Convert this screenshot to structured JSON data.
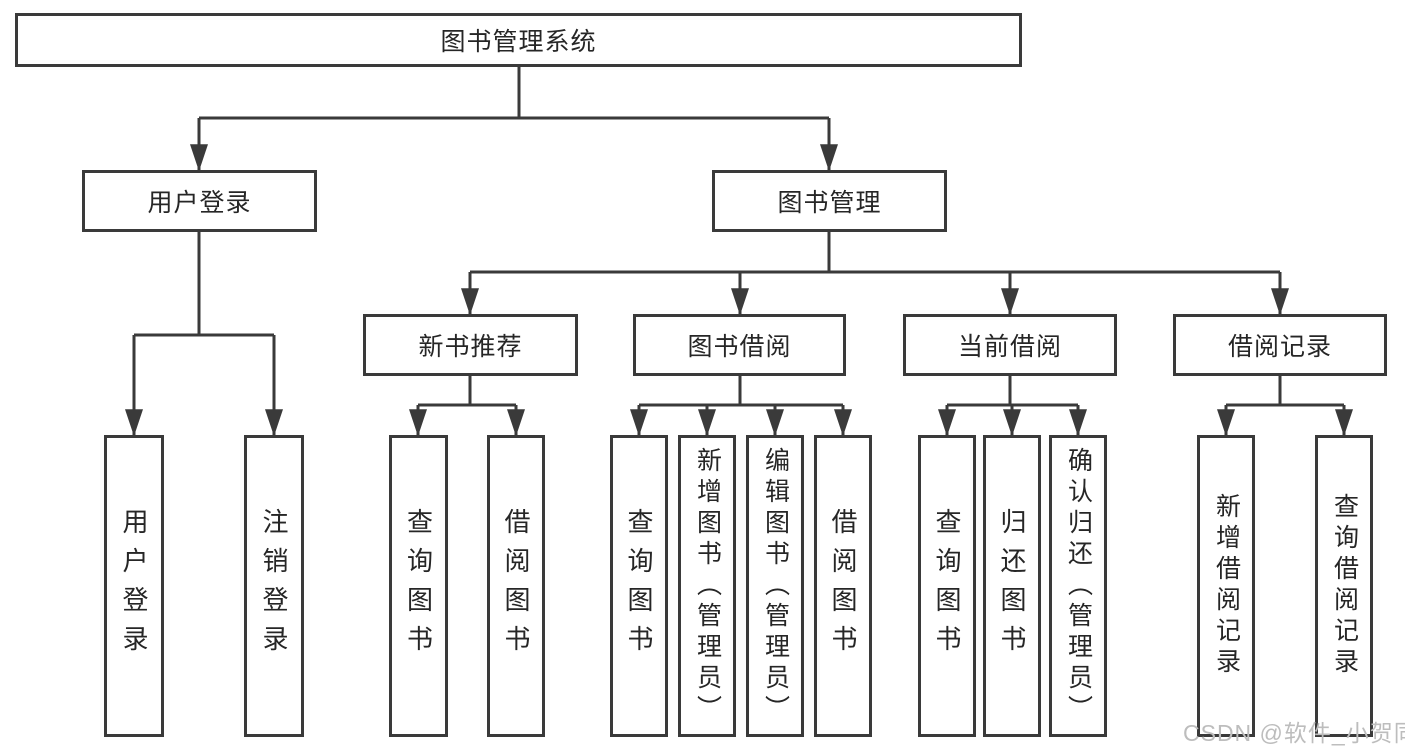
{
  "diagram": {
    "type": "hierarchy-chart",
    "colors": {
      "line": "#3a3a3a",
      "box_border": "#3a3a3a",
      "text": "#262626",
      "watermark": "#bdbdbd",
      "background": "#ffffff"
    }
  },
  "tree": {
    "label": "图书管理系统",
    "children": [
      {
        "label": "用户登录",
        "children": [
          {
            "label": "用户登录"
          },
          {
            "label": "注销登录"
          }
        ]
      },
      {
        "label": "图书管理",
        "children": [
          {
            "label": "新书推荐",
            "children": [
              {
                "label": "查询图书"
              },
              {
                "label": "借阅图书"
              }
            ]
          },
          {
            "label": "图书借阅",
            "children": [
              {
                "label": "查询图书"
              },
              {
                "label": "新增图书（管理员）"
              },
              {
                "label": "编辑图书（管理员）"
              },
              {
                "label": "借阅图书"
              }
            ]
          },
          {
            "label": "当前借阅",
            "children": [
              {
                "label": "查询图书"
              },
              {
                "label": "归还图书"
              },
              {
                "label": "确认归还（管理员）"
              }
            ]
          },
          {
            "label": "借阅记录",
            "children": [
              {
                "label": "新增借阅记录"
              },
              {
                "label": "查询借阅记录"
              }
            ]
          }
        ]
      }
    ]
  },
  "watermark": {
    "text": "CSDN @软件_小贺同学"
  }
}
